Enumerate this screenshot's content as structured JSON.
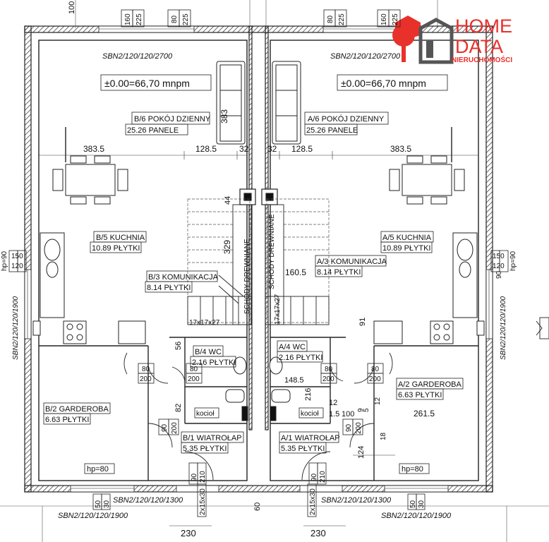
{
  "logo": {
    "line1": "HOME",
    "line2": "DATA",
    "line3": "NIERUCHOMOŚCI",
    "color": "#e8312b"
  },
  "level_mark": "±0.00=66,70 mnpm",
  "top_left_dim": "100",
  "windows": {
    "top_left": "SBN2/120/120/2700",
    "top_right": "SBN2/120/120/2700",
    "side_left": "SBN2/120/120/1900",
    "side_right": "SBN2/120/120/1900",
    "bottom_left_1": "SBN2/120/120/1300",
    "bottom_left_2": "SBN2/120/120/1900",
    "bottom_right_1": "SBN2/120/120/1300",
    "bottom_right_2": "SBN2/120/120/1900"
  },
  "rooms_left": {
    "living": "B/6 POKÓJ DZIENNY",
    "living_area": "25.26 PANELE",
    "kitchen": "B/5 KUCHNIA",
    "kitchen_area": "10.89 PŁYTKI",
    "hall": "B/3 KOMUNIKACJA",
    "hall_area": "8.14 PŁYTKI",
    "wc": "B/4 WC",
    "wc_area": "2.16 PŁYTKI",
    "wardrobe": "B/2 GARDEROBA",
    "wardrobe_area": "6.63 PŁYTKI",
    "vestibule": "B/1 WIATROŁAP",
    "vestibule_area": "5.35 PŁYTKI",
    "stairs": "SCHODY DREWNIANE",
    "stairs_spec": "17x17x27"
  },
  "rooms_right": {
    "living": "A/6 POKÓJ DZIENNY",
    "living_area": "25.26 PANELE",
    "kitchen": "A/5 KUCHNIA",
    "kitchen_area": "10.89 PŁYTKI",
    "hall": "A/3 KOMUNIKACJA",
    "hall_area": "8.14 PŁYTKI",
    "wc": "A/4 WC",
    "wc_area": "2.16 PŁYTKI",
    "wardrobe": "A/2 GARDEROBA",
    "wardrobe_area": "6.63 PŁYTKI",
    "vestibule": "A/1 WIATROŁAP",
    "vestibule_area": "5.35 PŁYTKI",
    "stairs": "SCHODY DREWNIANE",
    "stairs_spec": "17x17x27"
  },
  "dims": {
    "d160": "160",
    "d225": "225",
    "d80": "80",
    "d383": "383",
    "d383_5": "383.5",
    "d128_5": "128.5",
    "d32": "32",
    "d44": "44",
    "d329": "329",
    "d160_5": "160.5",
    "d150": "150",
    "d120": "120",
    "d90": "90",
    "hp90": "hp=90",
    "d200": "200",
    "d56": "56",
    "d91": "91",
    "d148_5": "148.5",
    "d216": "216",
    "d82": "82",
    "d12": "12",
    "d1_5": "1.5",
    "d100": "100",
    "d9": "9",
    "d5": "5",
    "d261_5": "261.5",
    "d124": "124",
    "d18": "18",
    "hp80": "hp=80",
    "d210": "210",
    "d2x15x30": "2x15x30",
    "d60": "60",
    "d230": "230",
    "d50": "50",
    "d30": "30",
    "kociol": "kocioł"
  }
}
